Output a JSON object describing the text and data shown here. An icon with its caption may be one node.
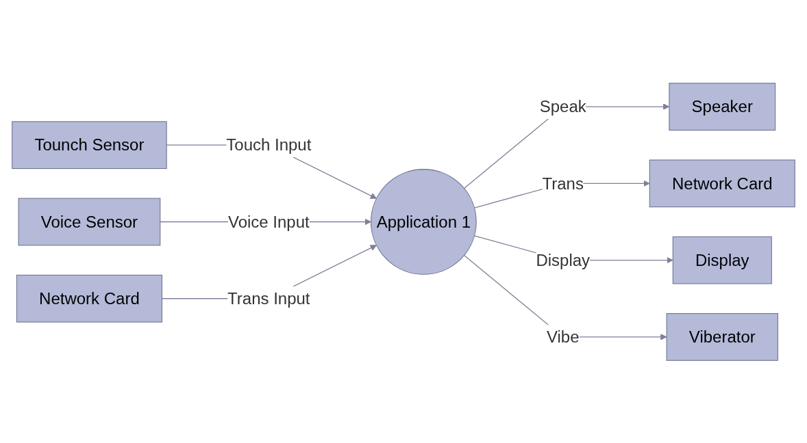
{
  "diagram": {
    "nodes": [
      {
        "text": [
          "Tounch Sensor"
        ]
      },
      {
        "text": [
          "Voice Sensor"
        ]
      },
      {
        "text": [
          "Network Card"
        ]
      },
      {
        "text": [
          "Application 1"
        ]
      },
      {
        "text": [
          "Speaker"
        ]
      },
      {
        "text": [
          "Network Card"
        ]
      },
      {
        "text": [
          "Display"
        ]
      },
      {
        "text": [
          "Viberator"
        ]
      }
    ],
    "edges": [
      {
        "from": 0,
        "to": 3,
        "arrow": "to",
        "label": "Touch Input"
      },
      {
        "from": 1,
        "to": 3,
        "arrow": "to",
        "label": "Voice Input"
      },
      {
        "from": 2,
        "to": 3,
        "arrow": "to",
        "label": "Trans Input"
      },
      {
        "from": 3,
        "to": 4,
        "arrow": "to",
        "label": "Speak"
      },
      {
        "from": 3,
        "to": 5,
        "arrow": "to",
        "label": "Trans"
      },
      {
        "from": 3,
        "to": 6,
        "arrow": "to",
        "label": "Display"
      },
      {
        "from": 3,
        "to": 7,
        "arrow": "to",
        "label": "Vibe"
      }
    ]
  }
}
